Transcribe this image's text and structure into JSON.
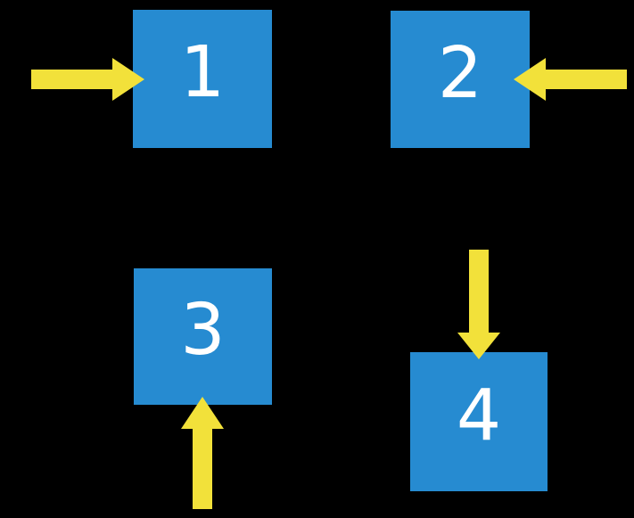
{
  "colors": {
    "background": "#000000",
    "box_fill": "#268bd1",
    "label_color": "#ffffff",
    "arrow_fill": "#f2e13a"
  },
  "boxes": [
    {
      "label": "1",
      "arrow_direction": "right",
      "arrow_side": "left"
    },
    {
      "label": "2",
      "arrow_direction": "left",
      "arrow_side": "right"
    },
    {
      "label": "3",
      "arrow_direction": "up",
      "arrow_side": "bottom"
    },
    {
      "label": "4",
      "arrow_direction": "down",
      "arrow_side": "top"
    }
  ]
}
